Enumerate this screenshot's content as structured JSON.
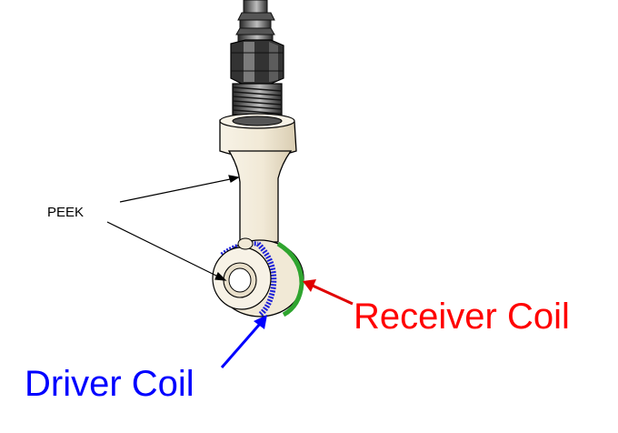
{
  "labels": {
    "peek": "PEEK",
    "receiver_coil": "Receiver Coil",
    "driver_coil": "Driver Coil"
  },
  "colors": {
    "receiver": "#ff0000",
    "driver": "#0000ff",
    "receiver_coil_band": "#2fa52f",
    "driver_coil_band": "#1e22d8",
    "peek_body": "#f3ecdc",
    "metal_dark": "#3a3a3a",
    "leader_line": "#000000"
  }
}
